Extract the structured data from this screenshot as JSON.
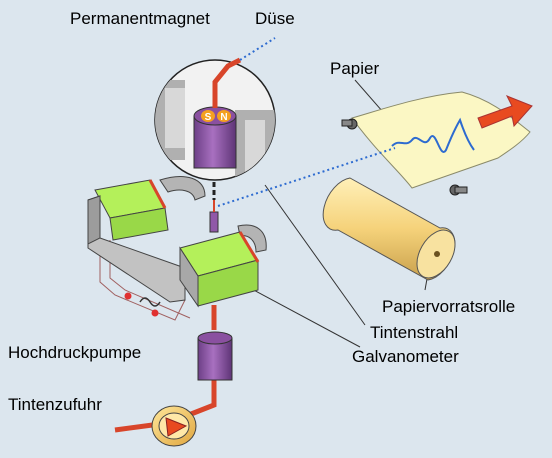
{
  "labels": {
    "permanentmagnet": "Permanentmagnet",
    "duese": "Düse",
    "papier": "Papier",
    "papiervorratsrolle": "Papiervorratsrolle",
    "tintenstrahl": "Tintenstrahl",
    "galvanometer": "Galvanometer",
    "hochdruckpumpe": "Hochdruckpumpe",
    "tintenzufuhr": "Tintenzufuhr",
    "pole_s": "S",
    "pole_n": "N"
  },
  "colors": {
    "background": "#dce6ee",
    "ink_pipe": "#d8452a",
    "magnet_purple": "#9058a8",
    "coil_green": "#b4f05a",
    "yoke_grey": "#b4b4b4",
    "paper": "#fbf7c4",
    "roll": "#f7d98a",
    "arrow": "#e84a20",
    "ink_jet": "#2d6bd0"
  }
}
